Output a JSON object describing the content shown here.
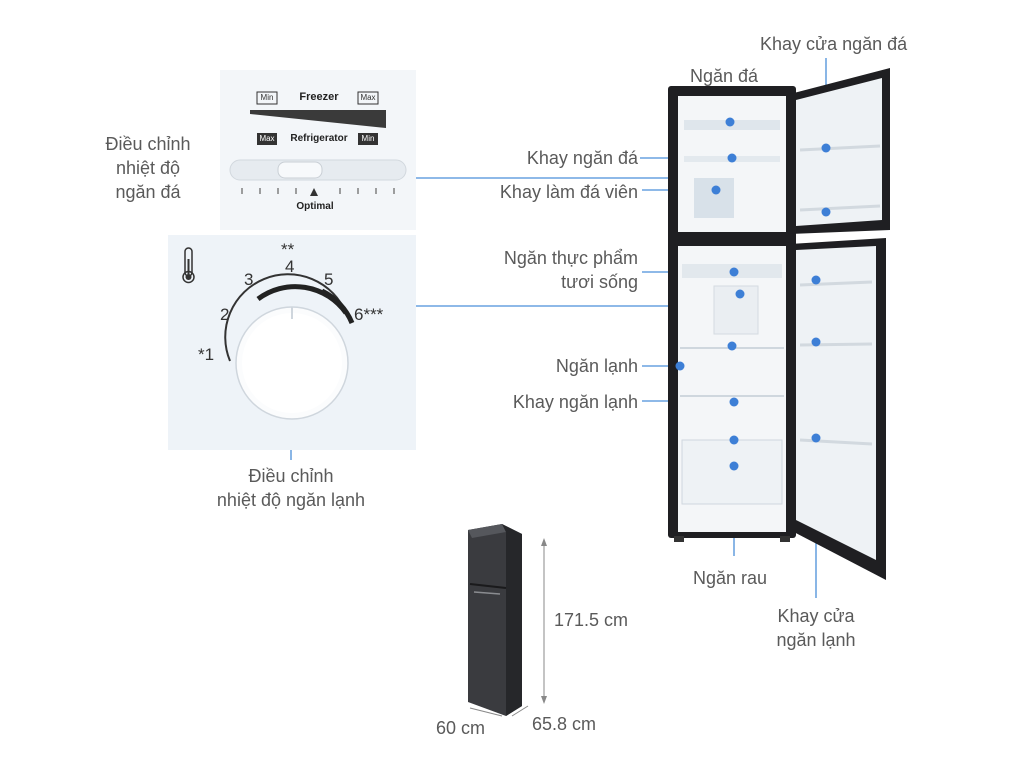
{
  "freezer_panel": {
    "min_top": "Min",
    "freezer": "Freezer",
    "max_top": "Max",
    "max_bottom": "Max",
    "refrigerator": "Refrigerator",
    "min_bottom": "Min",
    "optimal": "Optimal"
  },
  "dial_panel": {
    "n1": "*1",
    "n2": "2",
    "n3": "3",
    "stars4": "**",
    "n4": "4",
    "n5": "5",
    "n6": "6***"
  },
  "labels": {
    "freezer_control": [
      "Điều chỉnh",
      "nhiệt độ",
      "ngăn đá"
    ],
    "fridge_control": [
      "Điều chỉnh",
      "nhiệt độ ngăn lạnh"
    ],
    "freezer_door_tray": "Khay cửa ngăn đá",
    "freezer_compartment": "Ngăn đá",
    "freezer_tray": "Khay ngăn đá",
    "ice_tray": "Khay làm đá viên",
    "fresh_food": [
      "Ngăn thực phẩm",
      "tươi sống"
    ],
    "fridge_compartment": "Ngăn lạnh",
    "fridge_tray": "Khay ngăn lạnh",
    "crisper": "Ngăn rau",
    "fridge_door_tray": [
      "Khay cửa",
      "ngăn lạnh"
    ]
  },
  "dimensions": {
    "height": "171.5 cm",
    "width": "60 cm",
    "depth": "65.8 cm"
  },
  "colors": {
    "accent_dot": "#3d7fd6",
    "leader_line": "#4a8fd9",
    "fridge_body": "#1f1f22"
  }
}
